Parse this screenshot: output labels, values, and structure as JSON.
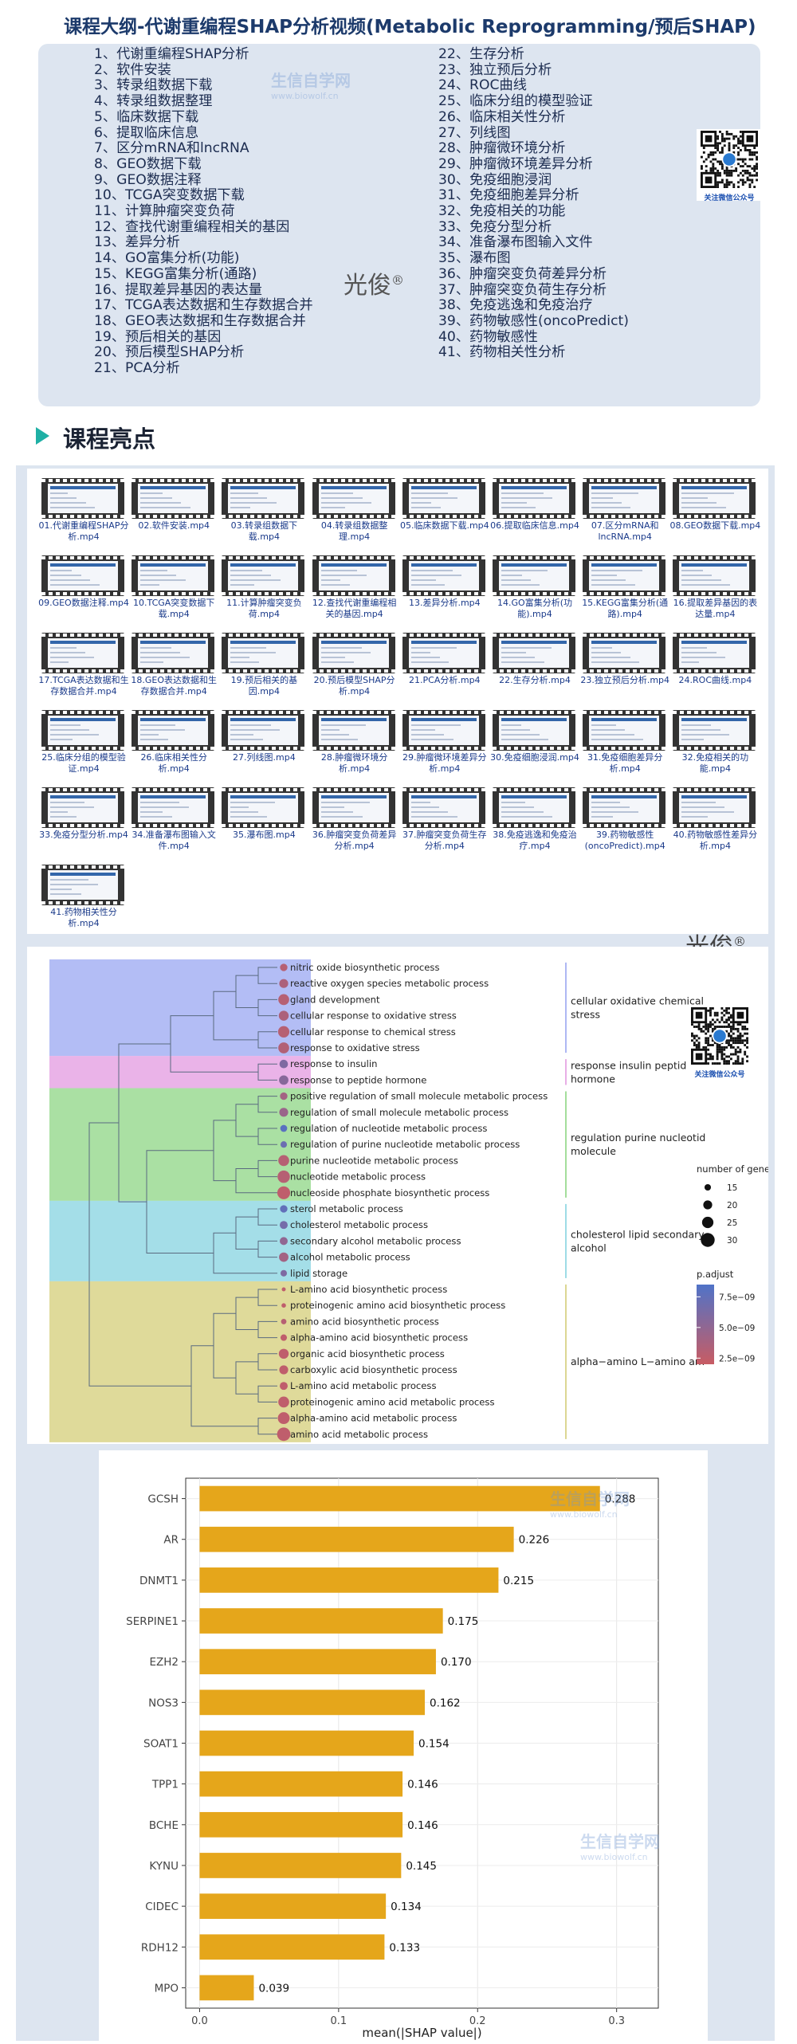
{
  "title": "课程大纲-代谢重编程SHAP分析视频(Metabolic Reprogramming/预后SHAP)",
  "outline": {
    "left": [
      "1、代谢重编程SHAP分析",
      "2、软件安装",
      "3、转录组数据下载",
      "4、转录组数据整理",
      "5、临床数据下载",
      "6、提取临床信息",
      "7、区分mRNA和lncRNA",
      "8、GEO数据下载",
      "9、GEO数据注释",
      "10、TCGA突变数据下载",
      "11、计算肿瘤突变负荷",
      "12、查找代谢重编程相关的基因",
      "13、差异分析",
      "14、GO富集分析(功能)",
      "15、KEGG富集分析(通路)",
      "16、提取差异基因的表达量",
      "17、TCGA表达数据和生存数据合并",
      "18、GEO表达数据和生存数据合并",
      "19、预后相关的基因",
      "20、预后模型SHAP分析",
      "21、PCA分析"
    ],
    "right": [
      "22、生存分析",
      "23、独立预后分析",
      "24、ROC曲线",
      "25、临床分组的模型验证",
      "26、临床相关性分析",
      "27、列线图",
      "28、肿瘤微环境分析",
      "29、肿瘤微环境差异分析",
      "30、免疫细胞浸润",
      "31、免疫细胞差异分析",
      "32、免疫相关的功能",
      "33、免疫分型分析",
      "34、准备瀑布图输入文件",
      "35、瀑布图",
      "36、肿瘤突变负荷差异分析",
      "37、肿瘤突变负荷生存分析",
      "38、免疫逃逸和免疫治疗",
      "39、药物敏感性(oncoPredict)",
      "40、药物敏感性",
      "41、药物相关性分析"
    ],
    "signature": "光俊",
    "reg": "®"
  },
  "qr_caption": "关注微信公众号",
  "highlights_title": "课程亮点",
  "videos": [
    "01.代谢重编程SHAP分析.mp4",
    "02.软件安装.mp4",
    "03.转录组数据下载.mp4",
    "04.转录组数据整理.mp4",
    "05.临床数据下载.mp4",
    "06.提取临床信息.mp4",
    "07.区分mRNA和lncRNA.mp4",
    "08.GEO数据下载.mp4",
    "09.GEO数据注释.mp4",
    "10.TCGA突变数据下载.mp4",
    "11.计算肿瘤突变负荷.mp4",
    "12.查找代谢重编程相关的基因.mp4",
    "13.差异分析.mp4",
    "14.GO富集分析(功能).mp4",
    "15.KEGG富集分析(通路).mp4",
    "16.提取差异基因的表达量.mp4",
    "17.TCGA表达数据和生存数据合并.mp4",
    "18.GEO表达数据和生存数据合并.mp4",
    "19.预后相关的基因.mp4",
    "20.预后模型SHAP分析.mp4",
    "21.PCA分析.mp4",
    "22.生存分析.mp4",
    "23.独立预后分析.mp4",
    "24.ROC曲线.mp4",
    "25.临床分组的模型验证.mp4",
    "26.临床相关性分析.mp4",
    "27.列线图.mp4",
    "28.肿瘤微环境分析.mp4",
    "29.肿瘤微环境差异分析.mp4",
    "30.免疫细胞浸润.mp4",
    "31.免疫细胞差异分析.mp4",
    "32.免疫相关的功能.mp4",
    "33.免疫分型分析.mp4",
    "34.准备瀑布图输入文件.mp4",
    "35.瀑布图.mp4",
    "36.肿瘤突变负荷差异分析.mp4",
    "37.肿瘤突变负荷生存分析.mp4",
    "38.免疫逃逸和免疫治疗.mp4",
    "39.药物敏感性(oncoPredict).mp4",
    "40.药物敏感性差异分析.mp4",
    "41.药物相关性分析.mp4"
  ],
  "signature2": "光俊",
  "reg2": "®",
  "watermark": {
    "name": "生信自学网",
    "url": "www.biowolf.cn"
  },
  "chart_data": [
    {
      "type": "tree-dot",
      "terms": [
        "nitric oxide biosynthetic process",
        "reactive oxygen species metabolic process",
        "gland development",
        "cellular response to oxidative stress",
        "cellular response to chemical stress",
        "response to oxidative stress",
        "response to insulin",
        "response to peptide hormone",
        "positive regulation of small molecule metabolic process",
        "regulation of small molecule metabolic process",
        "regulation of nucleotide metabolic process",
        "regulation of purine nucleotide metabolic process",
        "purine nucleotide metabolic process",
        "nucleotide metabolic process",
        "nucleoside phosphate biosynthetic process",
        "sterol metabolic process",
        "cholesterol metabolic process",
        "secondary alcohol metabolic process",
        "alcohol metabolic process",
        "lipid storage",
        "L-amino acid biosynthetic process",
        "proteinogenic amino acid biosynthetic process",
        "amino acid biosynthetic process",
        "alpha-amino acid biosynthetic process",
        "organic acid biosynthetic process",
        "carboxylic acid biosynthetic process",
        "L-amino acid metabolic process",
        "proteinogenic amino acid metabolic process",
        "alpha-amino acid metabolic process",
        "amino acid metabolic process"
      ],
      "gene_counts": [
        17,
        20,
        24,
        22,
        25,
        24,
        19,
        21,
        17,
        20,
        16,
        15,
        24,
        27,
        28,
        17,
        18,
        18,
        21,
        15,
        10,
        11,
        13,
        15,
        22,
        20,
        18,
        24,
        26,
        29
      ],
      "p_adjust": [
        3e-09,
        3.5e-09,
        3e-09,
        3.5e-09,
        3e-09,
        3.2e-09,
        6e-09,
        5.5e-09,
        4e-09,
        4.5e-09,
        8e-09,
        7e-09,
        3e-09,
        3e-09,
        2.5e-09,
        7.5e-09,
        6.5e-09,
        5e-09,
        4e-09,
        6e-09,
        2.5e-09,
        2.5e-09,
        3e-09,
        2.5e-09,
        2.5e-09,
        2.5e-09,
        2.5e-09,
        2.5e-09,
        2.5e-09,
        2.5e-09
      ],
      "clusters": [
        {
          "label": [
            "cellular oxidative chemical",
            "stress"
          ],
          "start": 0,
          "end": 5,
          "color": "#9aa7f2"
        },
        {
          "label": [
            "response insulin peptide",
            "hormone"
          ],
          "start": 6,
          "end": 7,
          "color": "#e39ae0"
        },
        {
          "label": [
            "regulation purine nucleotid",
            "molecule"
          ],
          "start": 8,
          "end": 14,
          "color": "#8ed684"
        },
        {
          "label": [
            "cholesterol lipid secondary",
            "alcohol"
          ],
          "start": 15,
          "end": 19,
          "color": "#86d3e0"
        },
        {
          "label": [
            "alpha−amino L−amino am"
          ],
          "start": 20,
          "end": 29,
          "color": "#d4cd78"
        }
      ],
      "size_legend": {
        "title": "number of genes",
        "values": [
          15,
          20,
          25,
          30
        ]
      },
      "color_legend": {
        "title": "p.adjust",
        "ticks": [
          "7.5e−09",
          "5.0e−09",
          "2.5e−09"
        ],
        "tick_values": [
          7.5e-09,
          5e-09,
          2.5e-09
        ],
        "range": [
          2e-09,
          8.5e-09
        ]
      }
    },
    {
      "type": "bar",
      "orientation": "horizontal",
      "categories": [
        "GCSH",
        "AR",
        "DNMT1",
        "SERPINE1",
        "EZH2",
        "NOS3",
        "SOAT1",
        "TPP1",
        "BCHE",
        "KYNU",
        "CIDEC",
        "RDH12",
        "MPO"
      ],
      "values": [
        0.288,
        0.226,
        0.215,
        0.175,
        0.17,
        0.162,
        0.154,
        0.146,
        0.146,
        0.145,
        0.134,
        0.133,
        0.039
      ],
      "value_labels": [
        "0.288",
        "0.226",
        "0.215",
        "0.175",
        "0.170",
        "0.162",
        "0.154",
        "0.146",
        "0.146",
        "0.145",
        "0.134",
        "0.133",
        "0.039"
      ],
      "xlabel": "mean(|SHAP value|)",
      "xlim": [
        -0.01,
        0.33
      ],
      "xticks": [
        0.0,
        0.1,
        0.2,
        0.3
      ],
      "xtick_labels": [
        "0.0",
        "0.1",
        "0.2",
        "0.3"
      ],
      "bar_color": "#e5a61b"
    }
  ]
}
